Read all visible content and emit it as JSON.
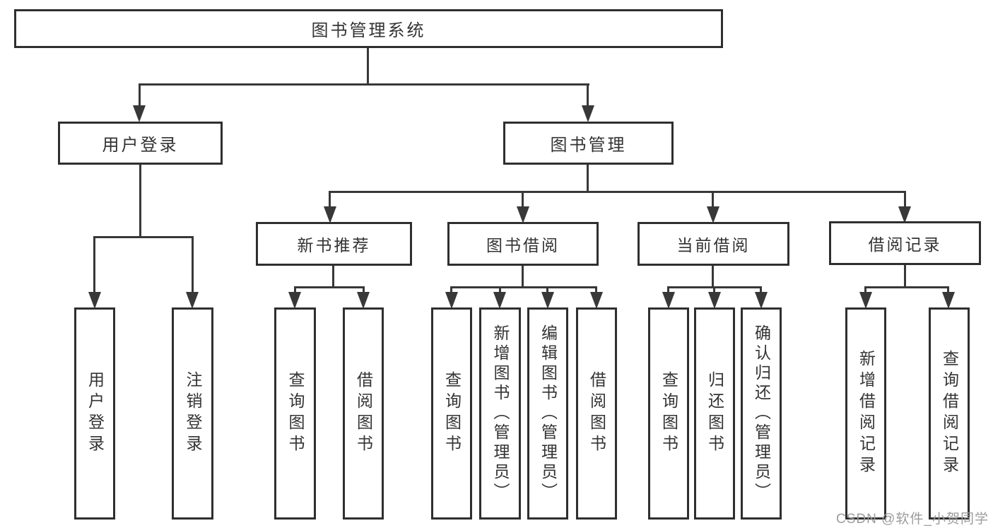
{
  "colors": {
    "line": "#383838",
    "box_border": "#2f2f2f",
    "text": "#333333",
    "watermark": "#9c9c9c",
    "background": "#ffffff"
  },
  "watermark": {
    "text": "CSDN @软件_小贺同学"
  },
  "diagram": {
    "type": "hierarchy-tree",
    "root": {
      "label": "图书管理系统",
      "children": [
        {
          "label": "用户登录",
          "children": [
            {
              "label": "用户登录"
            },
            {
              "label": "注销登录"
            }
          ]
        },
        {
          "label": "图书管理",
          "children": [
            {
              "label": "新书推荐",
              "children": [
                {
                  "label": "查询图书"
                },
                {
                  "label": "借阅图书"
                }
              ]
            },
            {
              "label": "图书借阅",
              "children": [
                {
                  "label": "查询图书"
                },
                {
                  "label": "新增图书（管理员）"
                },
                {
                  "label": "编辑图书（管理员）"
                },
                {
                  "label": "借阅图书"
                }
              ]
            },
            {
              "label": "当前借阅",
              "children": [
                {
                  "label": "查询图书"
                },
                {
                  "label": "归还图书"
                },
                {
                  "label": "确认归还（管理员）"
                }
              ]
            },
            {
              "label": "借阅记录",
              "children": [
                {
                  "label": "新增借阅记录"
                },
                {
                  "label": "查询借阅记录"
                }
              ]
            }
          ]
        }
      ]
    }
  }
}
